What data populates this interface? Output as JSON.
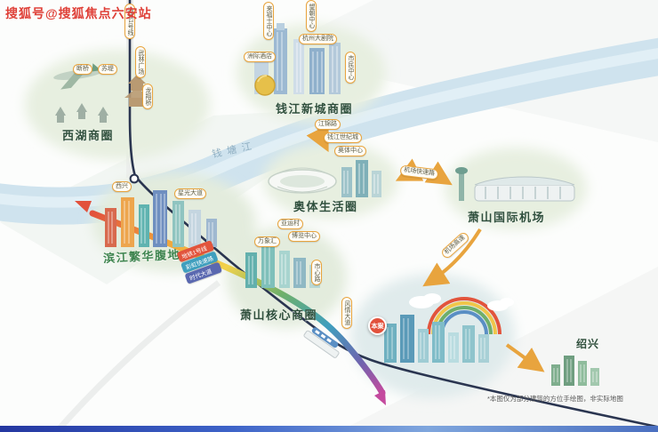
{
  "watermark": {
    "text": "搜狐号@搜狐焦点六安站"
  },
  "river": {
    "label": "钱塘江"
  },
  "zones": [
    {
      "id": "xihu",
      "label": "西湖商圈"
    },
    {
      "id": "qianjiang-new-town",
      "label": "钱江新城商圈"
    },
    {
      "id": "aoti",
      "label": "奥体生活圈"
    },
    {
      "id": "xiaoshan-airport",
      "label": "萧山国际机场"
    },
    {
      "id": "binjiang",
      "label": "滨江繁华腹地"
    },
    {
      "id": "xiaoshan-core",
      "label": "萧山核心商圈"
    },
    {
      "id": "shaoxing",
      "label": "绍兴"
    }
  ],
  "tags": [
    {
      "text": "地铁1号线"
    },
    {
      "text": "武林广场"
    },
    {
      "text": "龙翔桥"
    },
    {
      "text": "断桥"
    },
    {
      "text": "苏堤"
    },
    {
      "text": "来福士中心"
    },
    {
      "text": "望朝中心"
    },
    {
      "text": "杭州大剧院"
    },
    {
      "text": "市民中心"
    },
    {
      "text": "洲际酒店"
    },
    {
      "text": "江锦路"
    },
    {
      "text": "钱江世纪城"
    },
    {
      "text": "奥体中心"
    },
    {
      "text": "亚运村"
    },
    {
      "text": "博览中心"
    },
    {
      "text": "万象汇"
    },
    {
      "text": "市心路"
    },
    {
      "text": "风情大道"
    },
    {
      "text": "机场快速路"
    },
    {
      "text": "机场高速"
    },
    {
      "text": "西兴"
    },
    {
      "text": "星光大道"
    }
  ],
  "legend": [
    {
      "text": "地铁1号线",
      "color": "#e2543c"
    },
    {
      "text": "彩虹快速路",
      "color": "#3f9fbe"
    },
    {
      "text": "时代大道",
      "color": "#5a68b0"
    }
  ],
  "marker": {
    "label": "本案"
  },
  "disclaimer": "*本图仅为部分建筑的方位手绘图，非实际地图",
  "palette": {
    "watermark_red": "#df4038",
    "zone_label_green": "#2f4f3c",
    "binjiang_label_green": "#3f8550",
    "accent_orange": "#e8a43e",
    "river_blue": "#cfe3ee",
    "metro_navy": "#2a3550",
    "rainbow_start": "#e2513c",
    "rainbow_end": "#c44a9e",
    "bottom_bar_blue": "#2437a0"
  }
}
